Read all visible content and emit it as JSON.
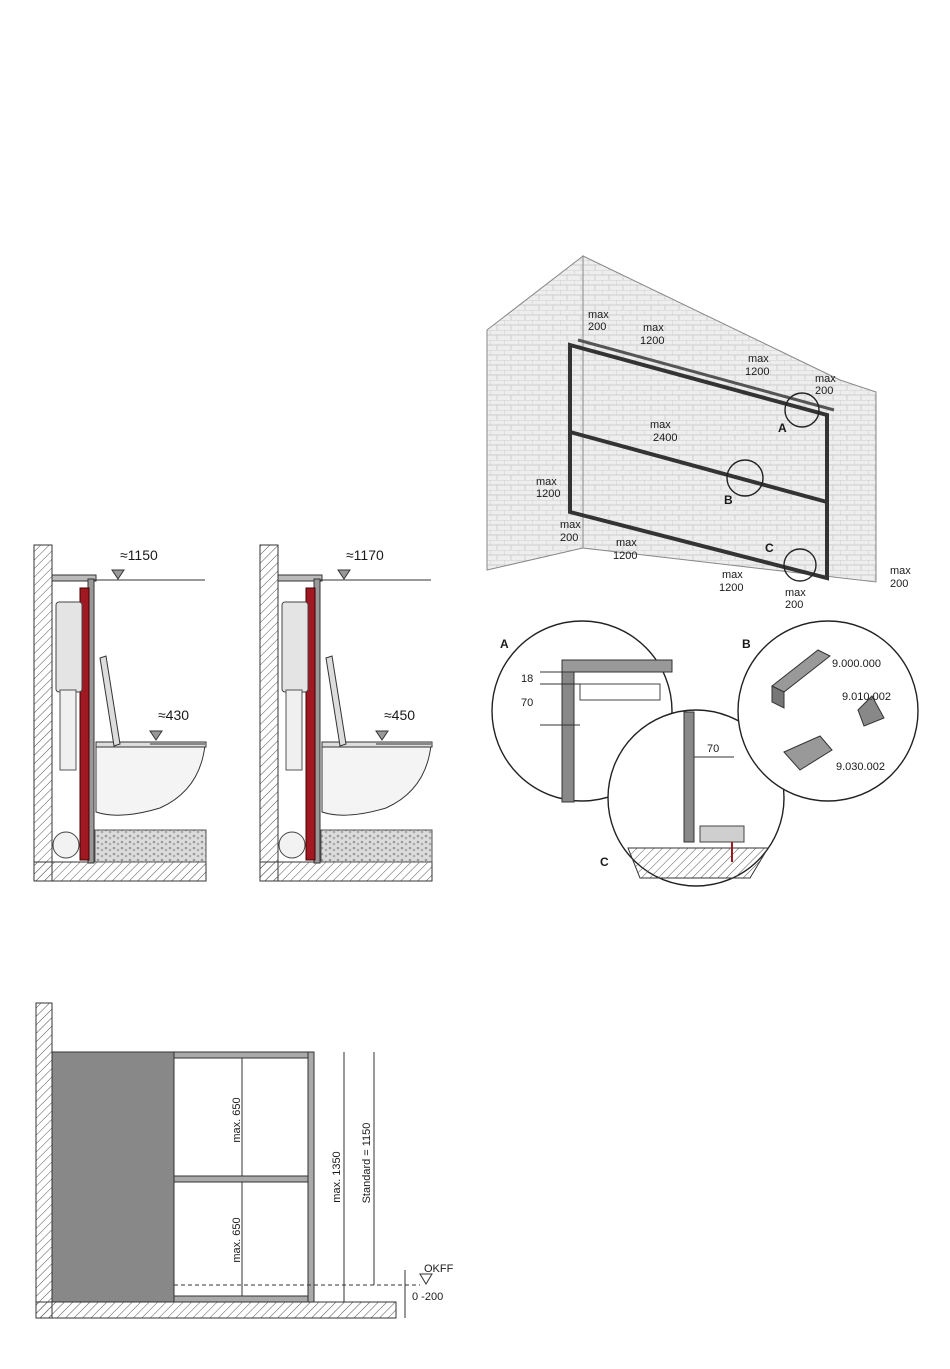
{
  "side_sections": {
    "left": {
      "top_level": "≈1150",
      "seat_level": "≈430"
    },
    "right": {
      "top_level": "≈1170",
      "seat_level": "≈450"
    }
  },
  "iso_frame": {
    "dims": {
      "top_max_200": [
        "max",
        "200"
      ],
      "top_max_1200_a": [
        "max",
        "1200"
      ],
      "top_max_1200_b": [
        "max",
        "1200"
      ],
      "top_max_200_right": [
        "max",
        "200"
      ],
      "mid_max_2400": [
        "max",
        "2400"
      ],
      "left_max_1200": [
        "max",
        "1200"
      ],
      "bot_max_200": [
        "max",
        "200"
      ],
      "bot_max_1200_a": [
        "max",
        "1200"
      ],
      "bot_max_1200_b": [
        "max",
        "1200"
      ],
      "bot_max_200_right": [
        "max",
        "200"
      ],
      "side_max_200": [
        "max",
        "200"
      ]
    },
    "callouts": {
      "a": "A",
      "b": "B",
      "c": "C"
    }
  },
  "details": {
    "a": {
      "label": "A",
      "dim_18": "18",
      "dim_70": "70"
    },
    "b": {
      "label": "B",
      "part_1": "9.000.000",
      "part_2": "9.010.002",
      "part_3": "9.030.002"
    },
    "c": {
      "label": "C",
      "dim_70": "70"
    }
  },
  "elevation": {
    "upper_bay": "max. 650",
    "lower_bay": "max. 650",
    "total": "max. 1350",
    "standard": "Standard = 1150",
    "floor_ref": "OKFF",
    "floor_range": "0 -200"
  }
}
